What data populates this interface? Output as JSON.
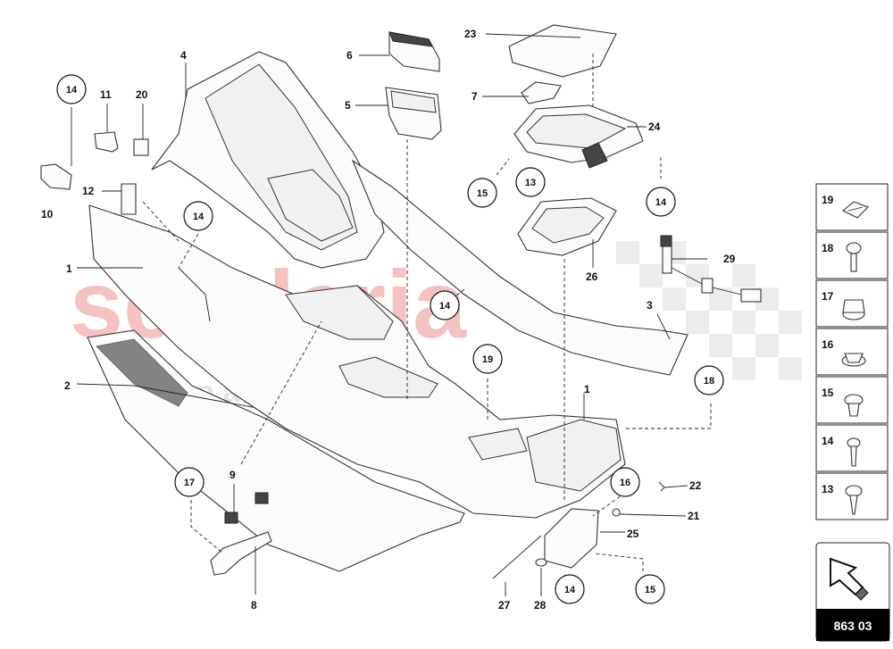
{
  "watermark": {
    "main": "scuderia",
    "sub": "c a r   p a r t s",
    "color": "#f4b8b8"
  },
  "part_labels": [
    {
      "id": "p1a",
      "text": "1"
    },
    {
      "id": "p1b",
      "text": "1"
    },
    {
      "id": "p2",
      "text": "2"
    },
    {
      "id": "p3",
      "text": "3"
    },
    {
      "id": "p4",
      "text": "4"
    },
    {
      "id": "p5",
      "text": "5"
    },
    {
      "id": "p6",
      "text": "6"
    },
    {
      "id": "p7",
      "text": "7"
    },
    {
      "id": "p8",
      "text": "8"
    },
    {
      "id": "p9",
      "text": "9"
    },
    {
      "id": "p10",
      "text": "10"
    },
    {
      "id": "p11",
      "text": "11"
    },
    {
      "id": "p12",
      "text": "12"
    },
    {
      "id": "p20",
      "text": "20"
    },
    {
      "id": "p21",
      "text": "21"
    },
    {
      "id": "p22",
      "text": "22"
    },
    {
      "id": "p23",
      "text": "23"
    },
    {
      "id": "p24",
      "text": "24"
    },
    {
      "id": "p25",
      "text": "25"
    },
    {
      "id": "p26",
      "text": "26"
    },
    {
      "id": "p27",
      "text": "27"
    },
    {
      "id": "p28",
      "text": "28"
    },
    {
      "id": "p29",
      "text": "29"
    }
  ],
  "callouts": [
    {
      "id": "c14a",
      "text": "14"
    },
    {
      "id": "c14b",
      "text": "14"
    },
    {
      "id": "c14c",
      "text": "14"
    },
    {
      "id": "c14d",
      "text": "14"
    },
    {
      "id": "c14e",
      "text": "14"
    },
    {
      "id": "c13",
      "text": "13"
    },
    {
      "id": "c15a",
      "text": "15"
    },
    {
      "id": "c15b",
      "text": "15"
    },
    {
      "id": "c16",
      "text": "16"
    },
    {
      "id": "c17",
      "text": "17"
    },
    {
      "id": "c18",
      "text": "18"
    },
    {
      "id": "c19",
      "text": "19"
    }
  ],
  "legend": [
    {
      "text": "19",
      "icon": "clip-nut-icon"
    },
    {
      "text": "18",
      "icon": "bolt-icon"
    },
    {
      "text": "17",
      "icon": "flange-nut-icon"
    },
    {
      "text": "16",
      "icon": "grommet-icon"
    },
    {
      "text": "15",
      "icon": "push-rivet-icon"
    },
    {
      "text": "14",
      "icon": "torx-screw-icon"
    },
    {
      "text": "13",
      "icon": "self-tapping-screw-icon"
    }
  ],
  "diagram_ref": "863 03"
}
